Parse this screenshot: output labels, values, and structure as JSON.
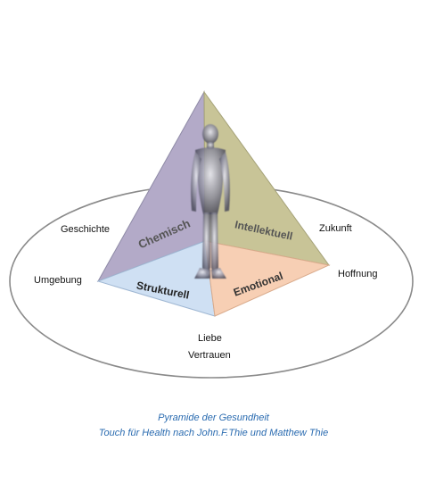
{
  "diagram": {
    "faces": {
      "chemisch": "Chemisch",
      "intellektuell": "Intellektuell",
      "strukturell": "Strukturell",
      "emotional": "Emotional"
    },
    "outer_labels": {
      "geschichte": "Geschichte",
      "umgebung": "Umgebung",
      "zukunft": "Zukunft",
      "hoffnung": "Hoffnung",
      "liebe": "Liebe",
      "vertrauen": "Vertrauen"
    },
    "colors": {
      "chemisch": "#b3aac8",
      "intellektuell": "#c8c497",
      "strukturell": "#cfe0f3",
      "emotional": "#f7cfb4",
      "face_text": "#555555",
      "base_text": "#111111",
      "caption": "#2a6bb0"
    }
  },
  "caption": {
    "line1": "Pyramide der Gesundheit",
    "line2": "Touch für Health nach John.F.Thie  und Matthew Thie"
  }
}
